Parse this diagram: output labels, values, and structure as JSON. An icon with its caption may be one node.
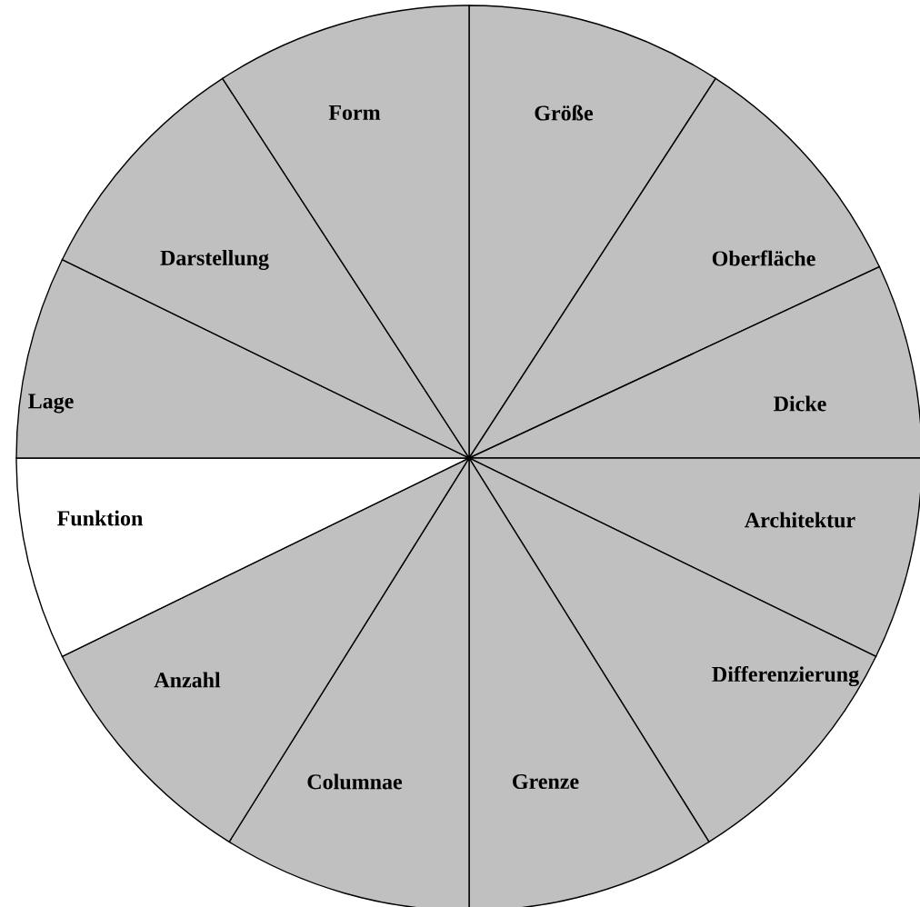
{
  "diagram": {
    "nodes": [
      {
        "text": [
          "Größe"
        ]
      },
      {
        "text": [
          "Oberfläche"
        ]
      },
      {
        "text": [
          "Dicke"
        ]
      },
      {
        "text": [
          "Architektur"
        ]
      },
      {
        "text": [
          "Differenzierung"
        ]
      },
      {
        "text": [
          "Grenze"
        ]
      },
      {
        "text": [
          "Columnae"
        ]
      },
      {
        "text": [
          "Anzahl"
        ]
      },
      {
        "text": [
          "Funktion"
        ]
      },
      {
        "text": [
          "Lage"
        ]
      },
      {
        "text": [
          "Darstellung"
        ]
      },
      {
        "text": [
          "Form"
        ]
      }
    ]
  }
}
